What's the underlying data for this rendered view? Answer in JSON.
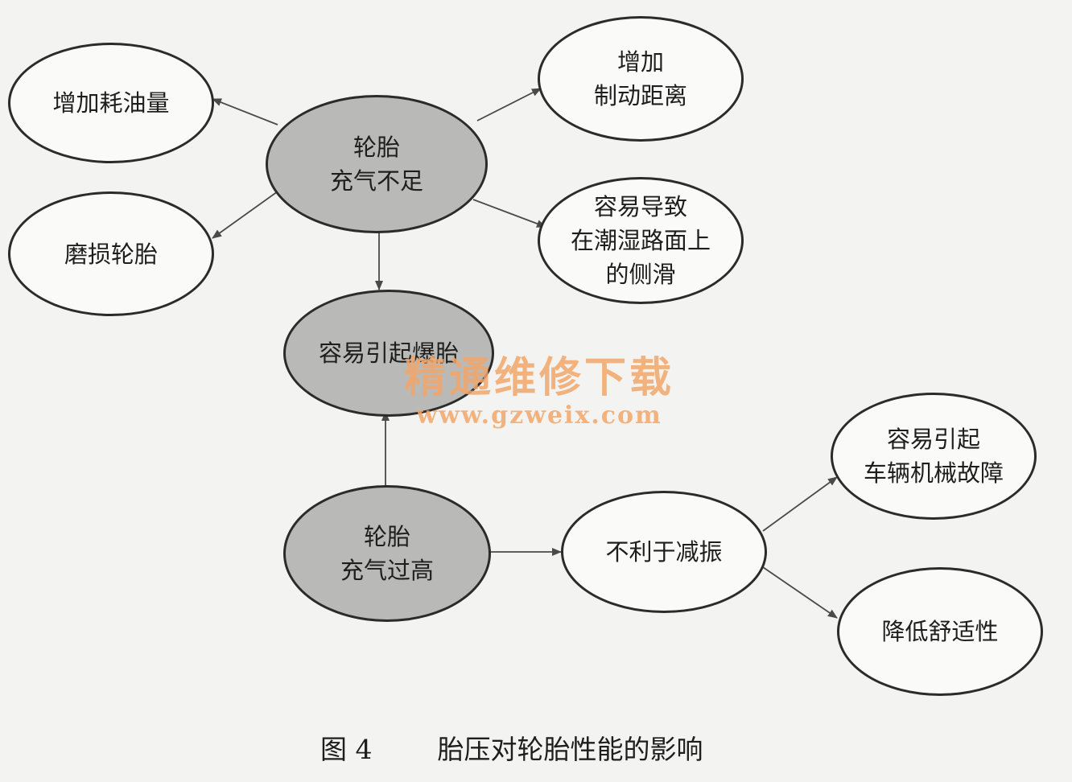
{
  "nodes": {
    "underinflated": "轮胎\n充气不足",
    "fuel": "增加耗油量",
    "wear": "磨损轮胎",
    "braking": "增加\n制动距离",
    "skid": "容易导致\n在潮湿路面上\n的侧滑",
    "blowout": "容易引起爆胎",
    "overinflated": "轮胎\n充气过高",
    "damping": "不利于减振",
    "mechanical": "容易引起\n车辆机械故障",
    "comfort": "降低舒适性"
  },
  "watermark": {
    "cn": "精通维修下载",
    "url": "www.gzweix.com"
  },
  "caption": {
    "figure_number": "图 4",
    "title": "胎压对轮胎性能的影响"
  },
  "colors": {
    "shaded_fill": "#b9b9b7",
    "plain_fill": "#fafaf8",
    "stroke": "#2b2b2b",
    "watermark": "#f2a76b"
  }
}
